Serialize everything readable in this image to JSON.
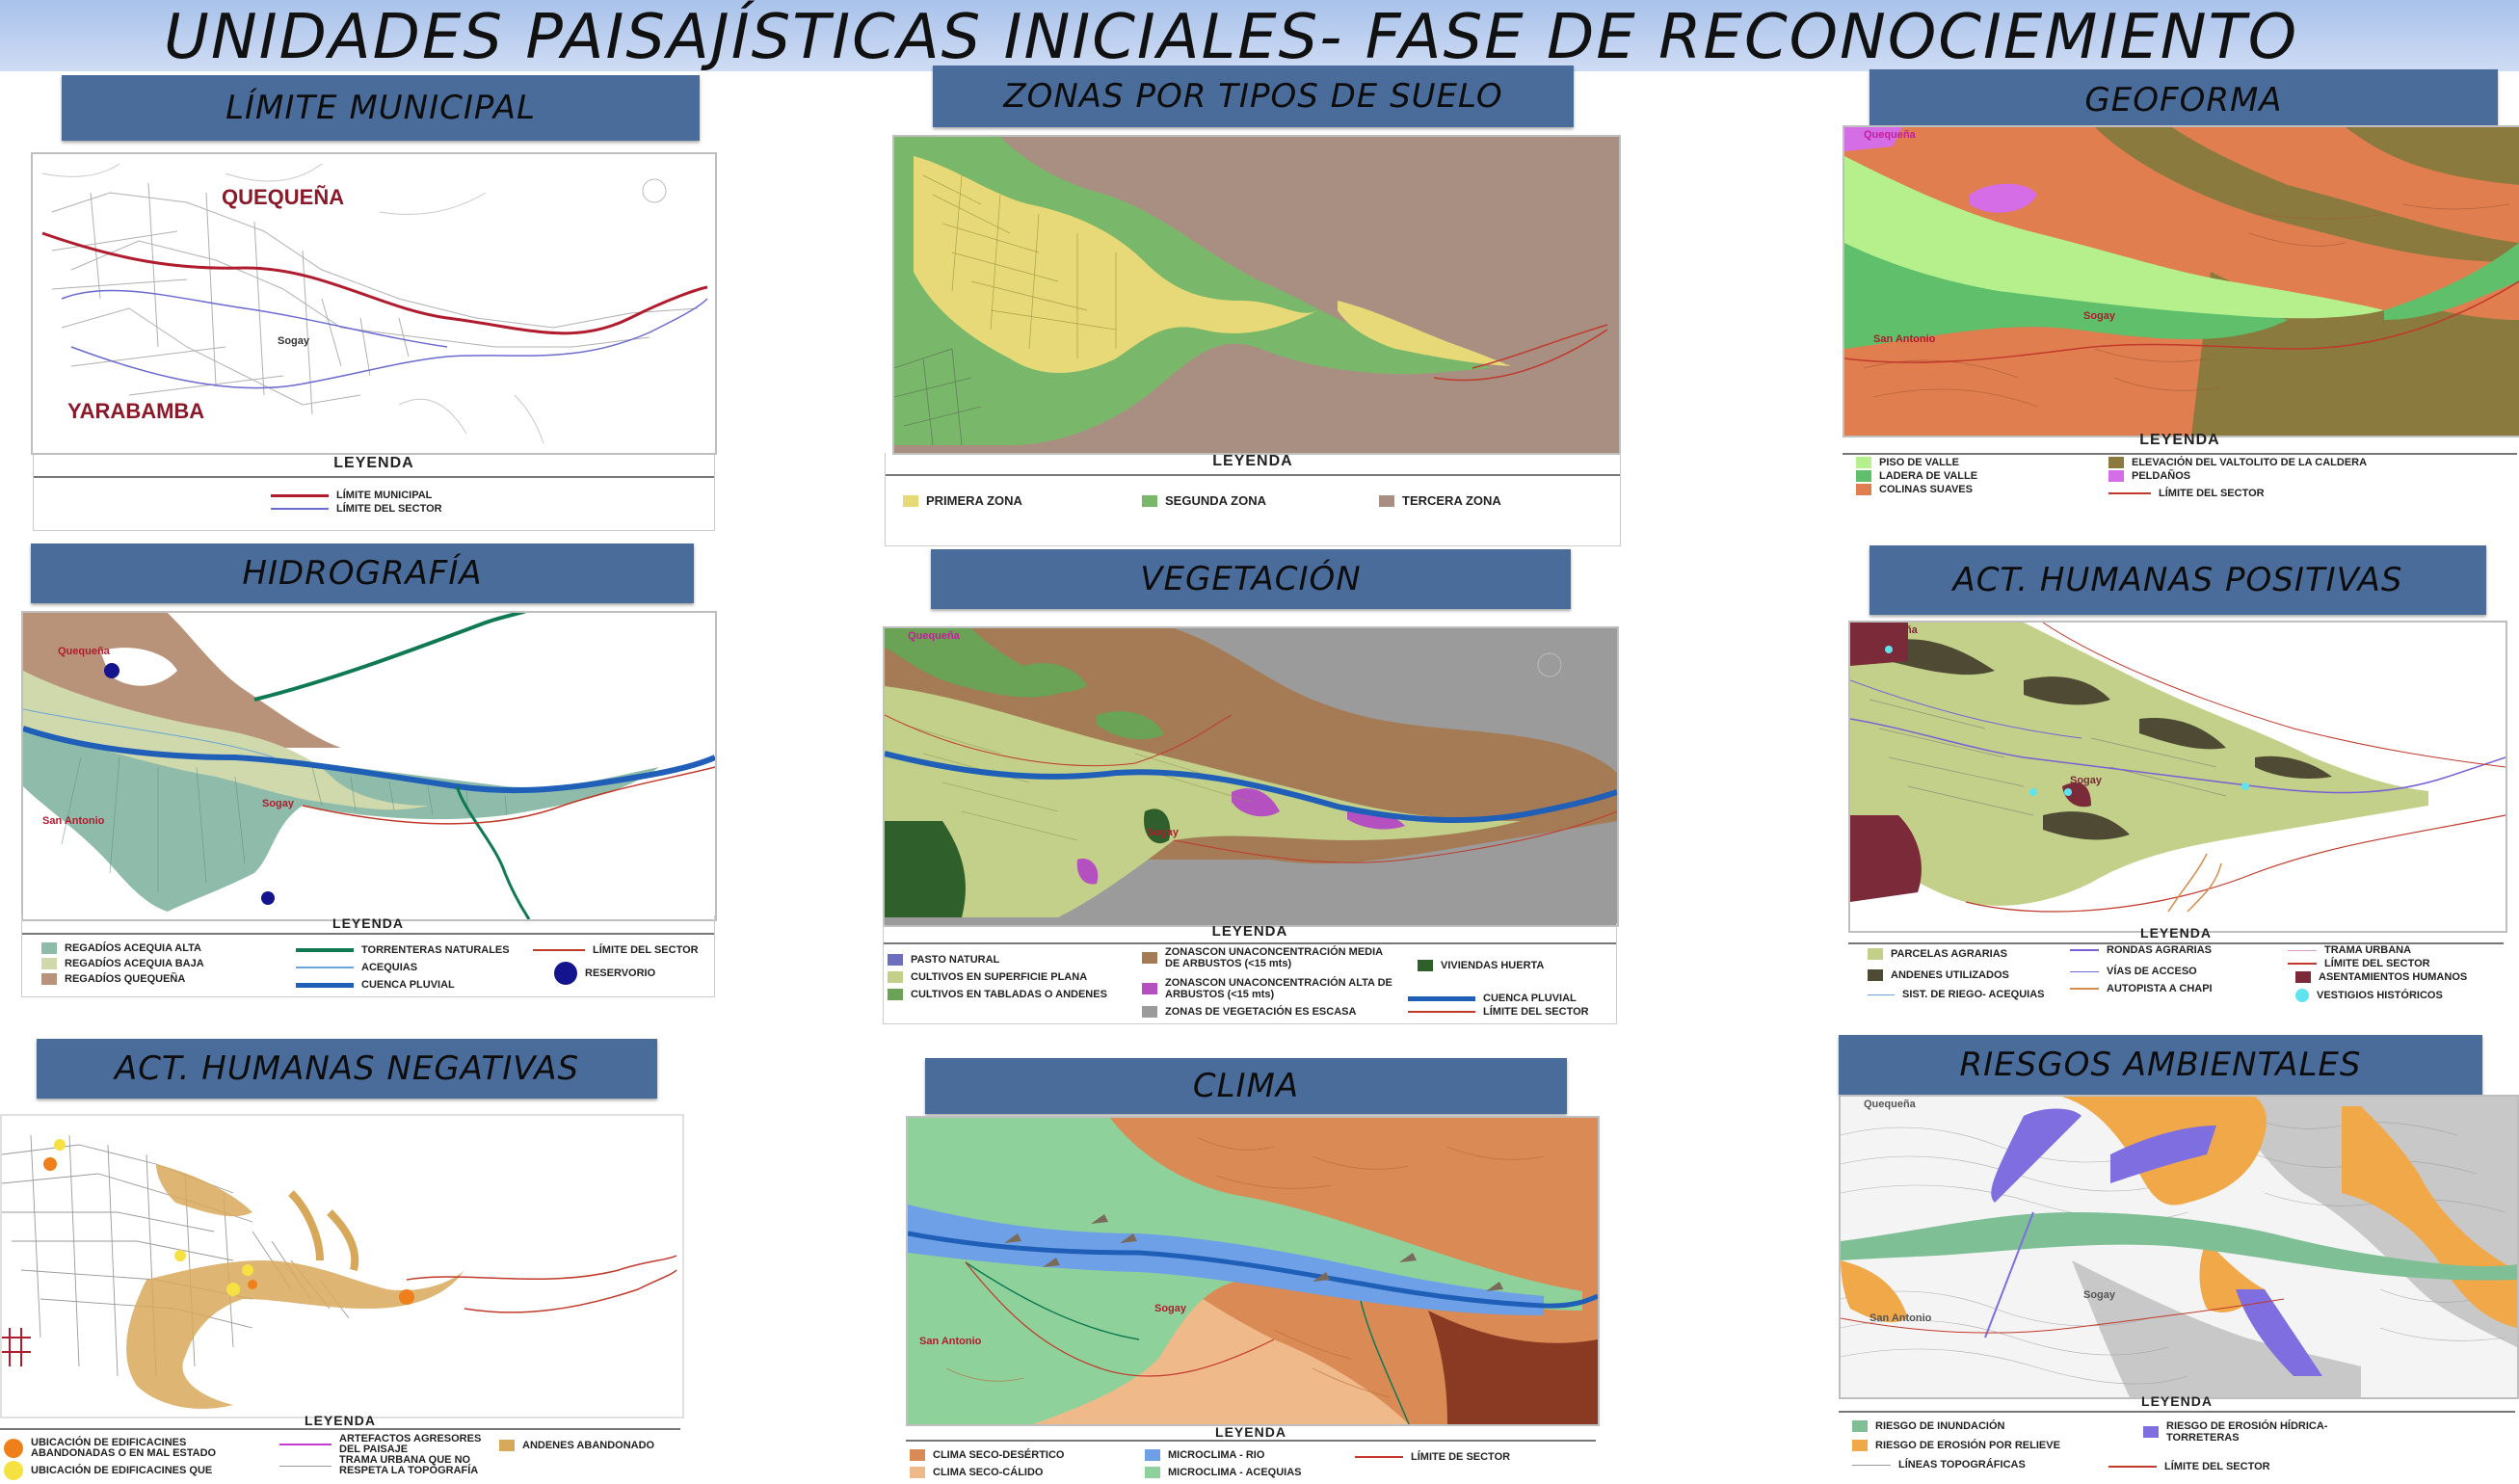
{
  "title": "UNIDADES PAISAJÍSTICAS INICIALES- FASE DE RECONOCIEMIENTO",
  "panels": {
    "limite": {
      "header": "LÍMITE MUNICIPAL",
      "places": [
        "QUEQUEÑA",
        "Sogay",
        "YARABAMBA"
      ],
      "legend_title": "LEYENDA",
      "legend": [
        "LÍMITE MUNICIPAL",
        "LÍMITE DEL SECTOR"
      ]
    },
    "suelo": {
      "header": "ZONAS  POR TIPOS DE SUELO",
      "legend_title": "LEYENDA",
      "legend": [
        "PRIMERA ZONA",
        "SEGUNDA ZONA",
        "TERCERA ZONA"
      ]
    },
    "geoforma": {
      "header": "GEOFORMA",
      "places": [
        "Quequeña",
        "Sogay",
        "San Antonio"
      ],
      "legend_title": "LEYENDA",
      "legend": [
        "PISO DE VALLE",
        "LADERA DE VALLE",
        "COLINAS SUAVES",
        "ELEVACIÓN DEL VALTOLITO DE LA CALDERA",
        "PELDAÑOS",
        "LÍMITE DEL SECTOR"
      ]
    },
    "hidro": {
      "header": "HIDROGRAFÍA",
      "places": [
        "Quequeña",
        "Sogay",
        "San Antonio"
      ],
      "legend_title": "LEYENDA",
      "legend": [
        "REGADÍOS ACEQUIA ALTA",
        "REGADÍOS ACEQUIA BAJA",
        "REGADÍOS QUEQUEÑA",
        "TORRENTERAS NATURALES",
        "ACEQUIAS",
        "CUENCA PLUVIAL",
        "LÍMITE DEL SECTOR",
        "RESERVORIO"
      ]
    },
    "veg": {
      "header": "VEGETACIÓN",
      "places": [
        "Quequeña",
        "Sogay"
      ],
      "legend_title": "LEYENDA",
      "legend": [
        "PASTO NATURAL",
        "CULTIVOS EN SUPERFICIE PLANA",
        "CULTIVOS EN TABLADAS O ANDENES",
        "ZONASCON UNACONCENTRACIÓN MEDIA DE ARBUSTOS (<15 mts)",
        "ZONASCON UNACONCENTRACIÓN ALTA DE ARBUSTOS (<15 mts)",
        "ZONAS DE VEGETACIÓN ES ESCASA",
        "VIVIENDAS HUERTA",
        "CUENCA PLUVIAL",
        "LÍMITE DEL SECTOR"
      ]
    },
    "pos": {
      "header": "ACT. HUMANAS POSITIVAS",
      "places": [
        "Quequeña",
        "Sogay"
      ],
      "legend_title": "LEYENDA",
      "legend": [
        "PARCELAS AGRARIAS",
        "ANDENES UTILIZADOS",
        "SIST. DE RIEGO- ACEQUIAS",
        "RONDAS AGRARIAS",
        "VÍAS DE ACCESO",
        "AUTOPISTA A CHAPI",
        "TRAMA URBANA",
        "LÍMITE DEL SECTOR",
        "ASENTAMIENTOS HUMANOS",
        "VESTIGIOS HISTÓRICOS"
      ]
    },
    "neg": {
      "header": "ACT. HUMANAS NEGATIVAS",
      "legend_title": "LEYENDA",
      "legend": [
        "UBICACIÓN DE EDIFICACINES ABANDONADAS O EN MAL ESTADO",
        "UBICACIÓN DE EDIFICACINES QUE",
        "ARTEFACTOS AGRESORES DEL PAISAJE",
        "TRAMA URBANA QUE NO RESPETA LA TOPOGRAFÍA",
        "ANDENES ABANDONADO"
      ]
    },
    "clima": {
      "header": "CLIMA",
      "places": [
        "Sogay",
        "San Antonio"
      ],
      "legend_title": "LEYENDA",
      "legend": [
        "CLIMA SECO-DESÉRTICO",
        "CLIMA SECO-CÁLIDO",
        "MICROCLIMA - RIO",
        "MICROCLIMA - ACEQUIAS",
        "LÍMITE DE SECTOR"
      ]
    },
    "riesgos": {
      "header": "RIESGOS AMBIENTALES",
      "places": [
        "Quequeña",
        "Sogay",
        "San Antonio"
      ],
      "legend_title": "LEYENDA",
      "legend": [
        "RIESGO DE INUNDACIÓN",
        "RIESGO DE EROSIÓN POR RELIEVE",
        "LÍNEAS TOPOGRÁFICAS",
        "RIESGO DE EROSIÓN HÍDRICA- TORRETERAS",
        "LÍMITE DEL SECTOR"
      ]
    }
  },
  "colors": {
    "header_bg": "#4a6c9b",
    "limit_red": "#b01c2e",
    "sector_line": "#c0392b",
    "river": "#1f5fb8",
    "yellow_zone": "#e7d978",
    "green_zone": "#79b86a",
    "brown_zone": "#a98f82",
    "valley": "#b5f08d",
    "slope": "#5fbf6a",
    "hills": "#e07e4f",
    "caldera": "#8a7a3e",
    "steps": "#d56ee6",
    "acequia_alta": "#8fbcaa",
    "acequia_baja": "#cfd9ac",
    "quequena_reg": "#b99379",
    "torrent": "#0f7a52",
    "reservoir": "#14148e",
    "pasto": "#6d6fbe",
    "cult_plana": "#c2d08a",
    "cult_andenes": "#6aa356",
    "arb_media": "#a47b54",
    "arb_alta": "#b450c0",
    "escasa": "#9b9b9b",
    "huerta": "#2f5f2a",
    "parcelas": "#c2d08a",
    "andenes": "#4f4a33",
    "asentamientos": "#7b2a3a",
    "vestigios": "#5fe3ef",
    "edif_abandon": "#ef7f1a",
    "edif_que": "#f5e142",
    "andenes_aband": "#d8a85a",
    "seco_desert": "#d98a55",
    "seco_calido": "#f0b98a",
    "micro_rio": "#6ea0e8",
    "micro_acequia": "#8fd19a",
    "inundacion": "#7fbf95",
    "erosion_relieve": "#f0a848",
    "erosion_hidrica": "#7e6ee0"
  }
}
